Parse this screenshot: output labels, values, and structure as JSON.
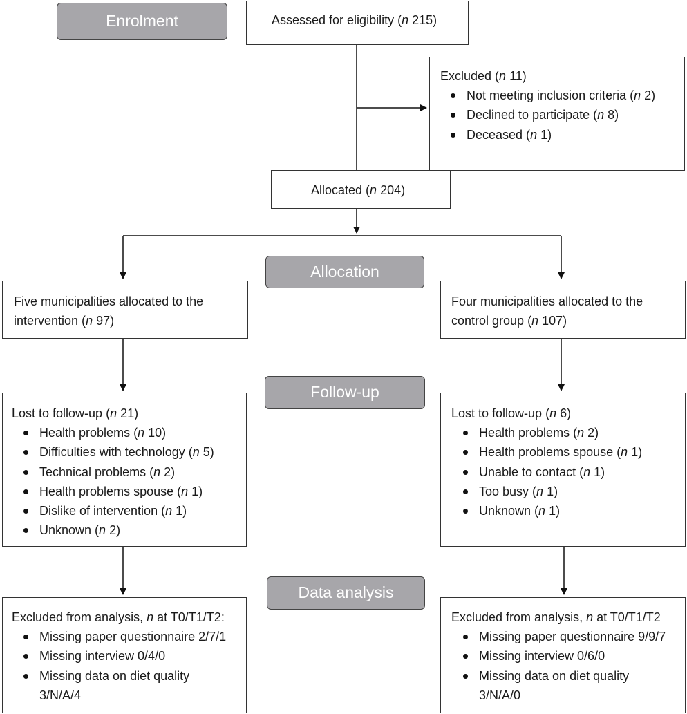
{
  "stages": {
    "enrolment": "Enrolment",
    "allocation": "Allocation",
    "followup": "Follow-up",
    "analysis": "Data analysis"
  },
  "assessed": {
    "prefix": "Assessed for eligibility (",
    "n": "n",
    "count": " 215)"
  },
  "excluded": {
    "title_prefix": "Excluded (",
    "n": "n",
    "title_count": " 11)",
    "items": [
      {
        "text": "Not meeting inclusion criteria (",
        "n": "n",
        "count": " 2)"
      },
      {
        "text": "Declined to participate (",
        "n": "n",
        "count": " 8)"
      },
      {
        "text": "Deceased (",
        "n": "n",
        "count": " 1)"
      }
    ]
  },
  "allocated": {
    "prefix": "Allocated (",
    "n": "n",
    "count": " 204)"
  },
  "intervention": {
    "line1": "Five municipalities allocated to the",
    "line2_prefix": "intervention (",
    "n": "n",
    "count": " 97)"
  },
  "control": {
    "line1": "Four municipalities allocated to the",
    "line2_prefix": "control group (",
    "n": "n",
    "count": " 107)"
  },
  "lost_left": {
    "title_prefix": "Lost to follow-up (",
    "n": "n",
    "title_count": " 21)",
    "items": [
      {
        "text": "Health problems (",
        "n": "n",
        "count": " 10)"
      },
      {
        "text": "Difficulties with technology (",
        "n": "n",
        "count": " 5)"
      },
      {
        "text": "Technical problems (",
        "n": "n",
        "count": " 2)"
      },
      {
        "text": "Health problems spouse (",
        "n": "n",
        "count": " 1)"
      },
      {
        "text": "Dislike of intervention (",
        "n": "n",
        "count": " 1)"
      },
      {
        "text": "Unknown (",
        "n": "n",
        "count": " 2)"
      }
    ]
  },
  "lost_right": {
    "title_prefix": "Lost to follow-up (",
    "n": "n",
    "title_count": " 6)",
    "items": [
      {
        "text": "Health problems (",
        "n": "n",
        "count": " 2)"
      },
      {
        "text": "Health problems spouse (",
        "n": "n",
        "count": " 1)"
      },
      {
        "text": "Unable to contact (",
        "n": "n",
        "count": " 1)"
      },
      {
        "text": "Too busy (",
        "n": "n",
        "count": " 1)"
      },
      {
        "text": "Unknown (",
        "n": "n",
        "count": " 1)"
      }
    ]
  },
  "analysis_left": {
    "title_prefix": "Excluded from analysis, ",
    "n": "n",
    "title_suffix": " at T0/T1/T2:",
    "items": [
      "Missing paper questionnaire 2/7/1",
      "Missing interview 0/4/0",
      "Missing data on diet quality 3/N/A/4"
    ]
  },
  "analysis_right": {
    "title_prefix": "Excluded from analysis, ",
    "n": "n",
    "title_suffix": " at T0/T1/T2",
    "items": [
      "Missing paper questionnaire 9/9/7",
      "Missing interview 0/6/0",
      "Missing data on diet quality 3/N/A/0"
    ]
  }
}
